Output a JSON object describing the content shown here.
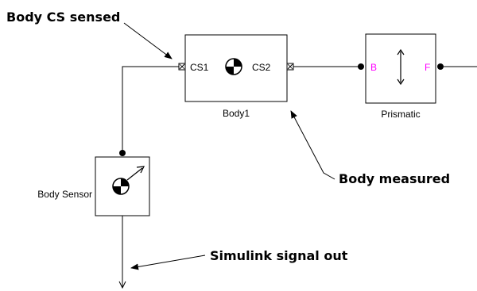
{
  "annotations": {
    "body_cs_sensed": "Body CS sensed",
    "body_measured": "Body measured",
    "signal_out": "Simulink signal out"
  },
  "blocks": {
    "body1": {
      "name": "Body1",
      "port_cs1": "CS1",
      "port_cs2": "CS2"
    },
    "prismatic": {
      "name": "Prismatic",
      "port_b": "B",
      "port_f": "F"
    },
    "body_sensor": {
      "name": "Body Sensor"
    }
  },
  "colors": {
    "line": "#000000",
    "port_magenta": "#ff00ff",
    "background": "#ffffff"
  },
  "icons": [
    "center-of-gravity-icon",
    "double-arrow-icon",
    "sensor-arrow-icon"
  ]
}
